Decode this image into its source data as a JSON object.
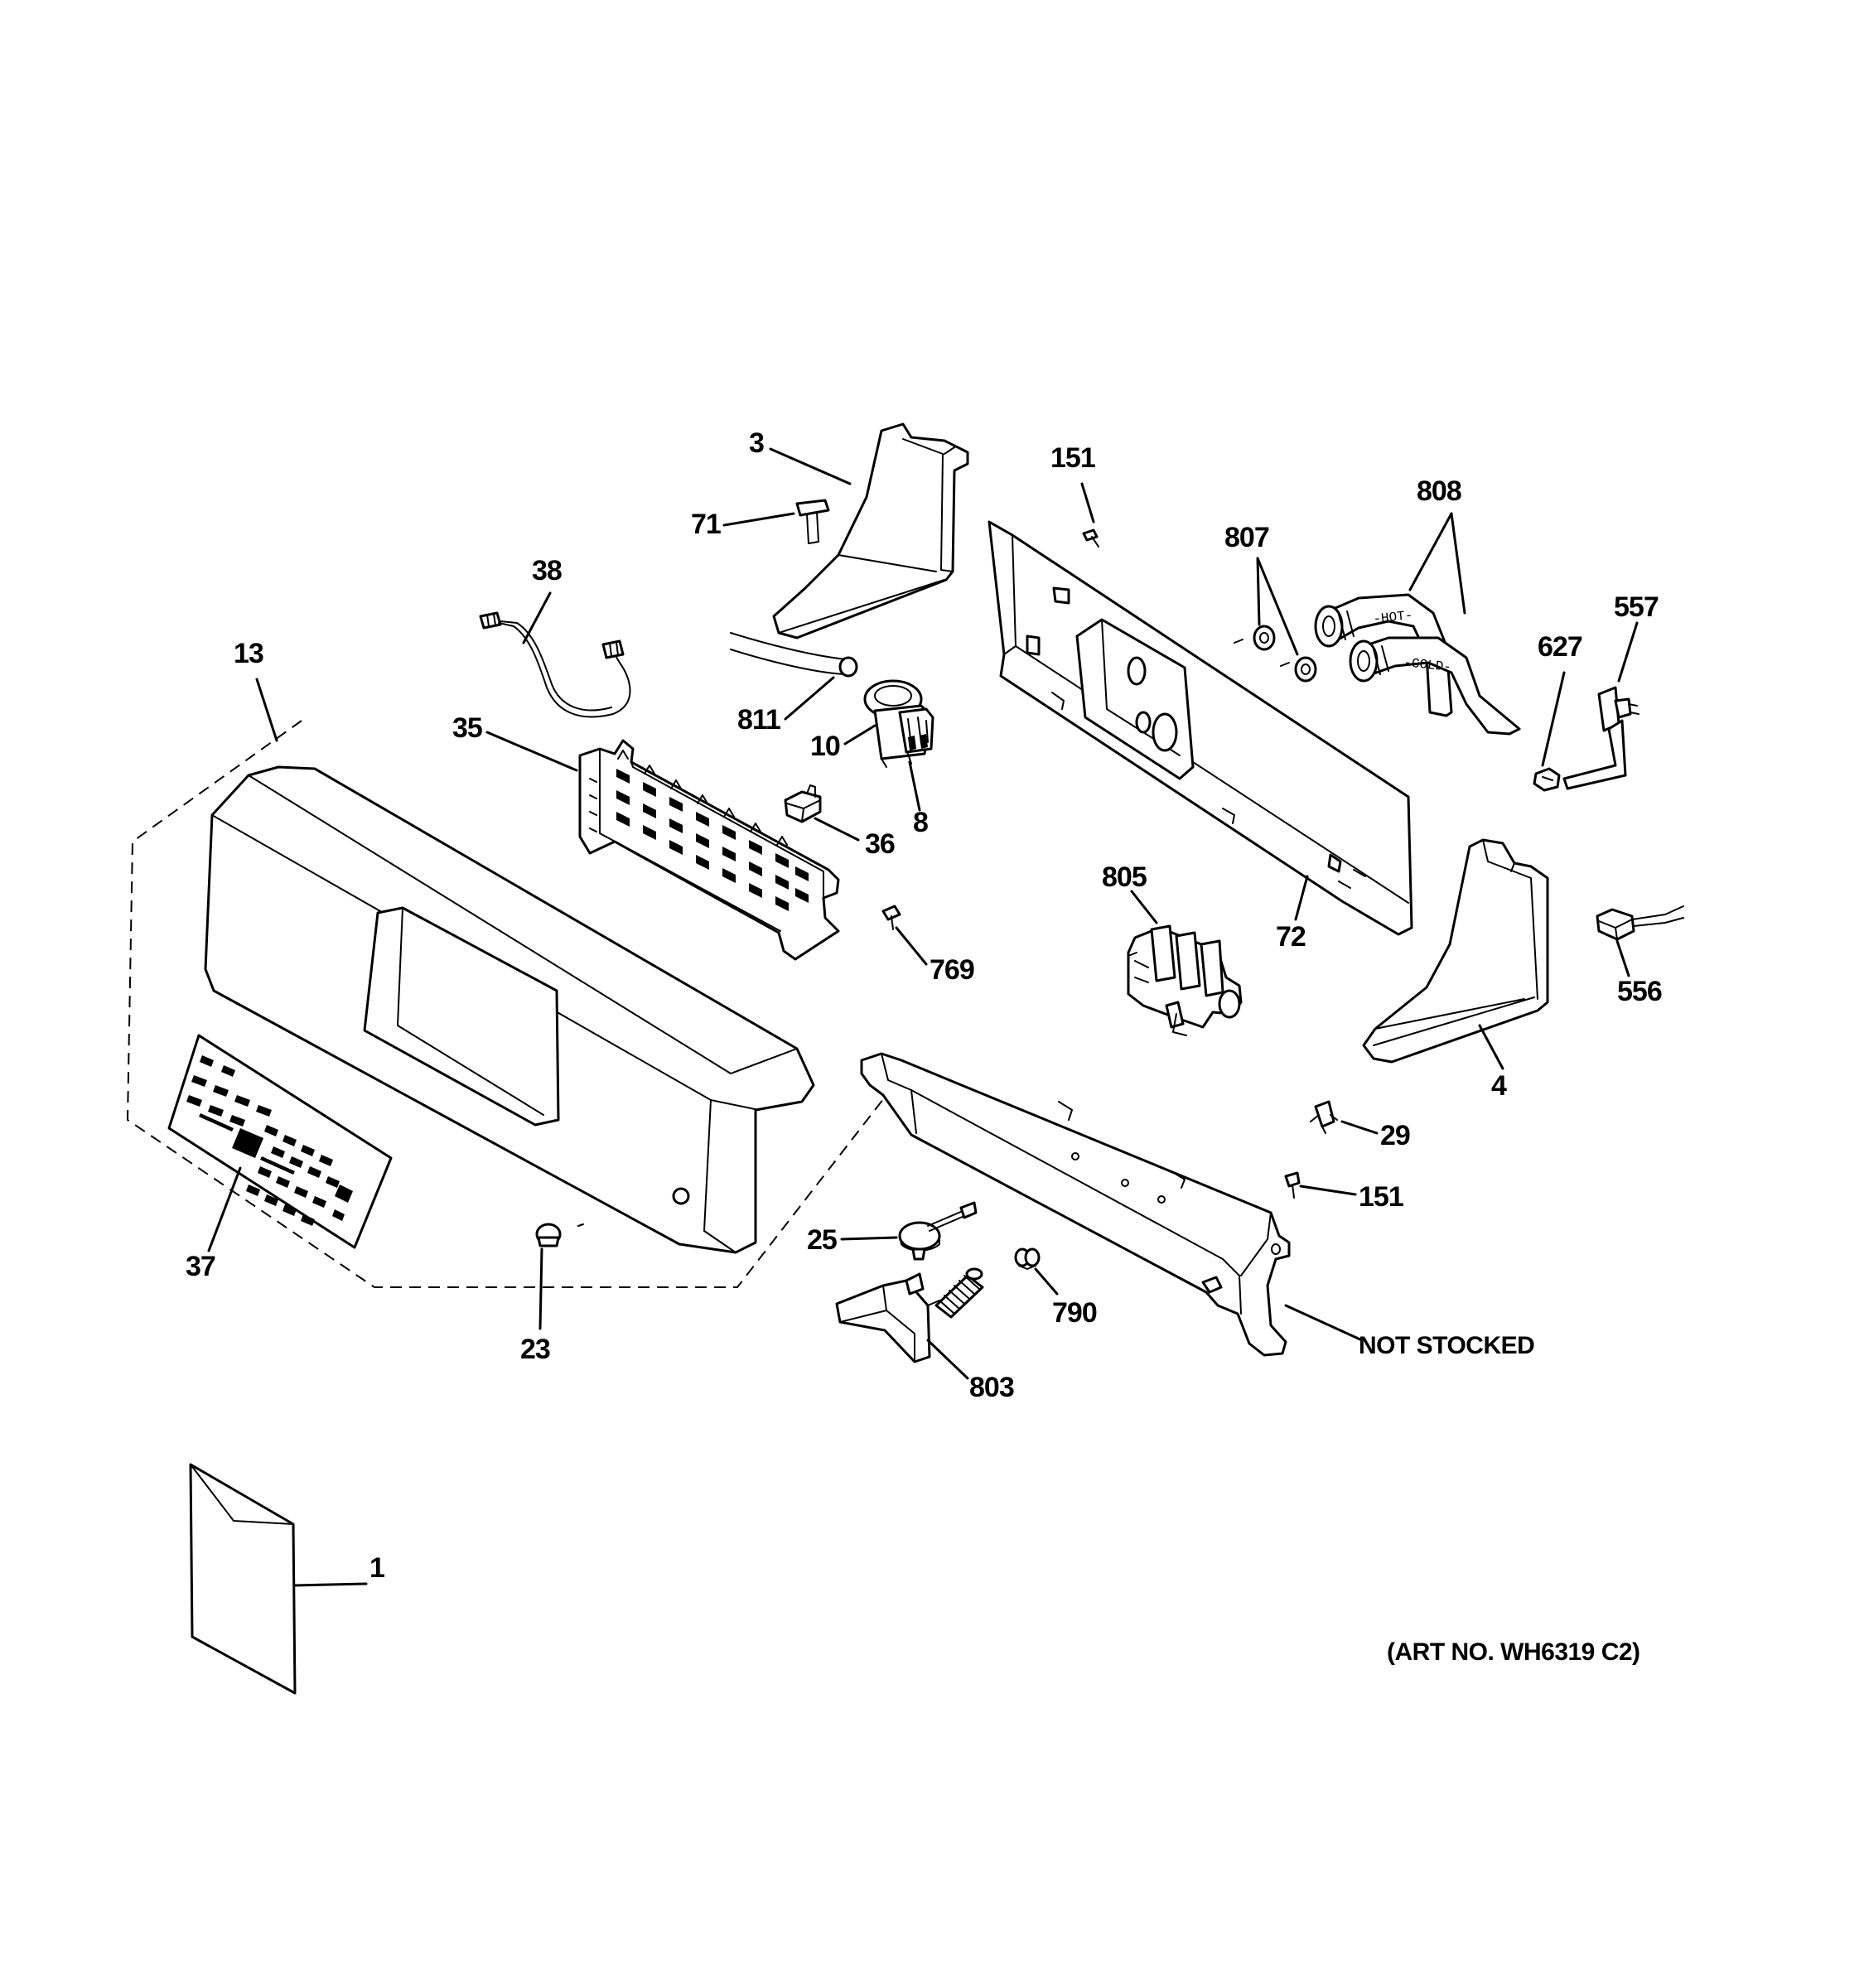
{
  "labels": {
    "p3": "3",
    "p71": "71",
    "p151_top": "151",
    "p808": "808",
    "p807": "807",
    "p38": "38",
    "p557": "557",
    "p627": "627",
    "p13": "13",
    "p811": "811",
    "p35": "35",
    "p10": "10",
    "p8": "8",
    "p36": "36",
    "p805": "805",
    "p72": "72",
    "p769": "769",
    "p556": "556",
    "p4": "4",
    "p29": "29",
    "p151_bottom": "151",
    "p37": "37",
    "p25": "25",
    "p790": "790",
    "p23": "23",
    "p803": "803",
    "p1": "1",
    "not_stocked": "NOT STOCKED"
  },
  "hose_labels": {
    "hot": "-HOT-",
    "cold": "-COLD-"
  },
  "art_number": "(ART NO. WH6319 C2)"
}
